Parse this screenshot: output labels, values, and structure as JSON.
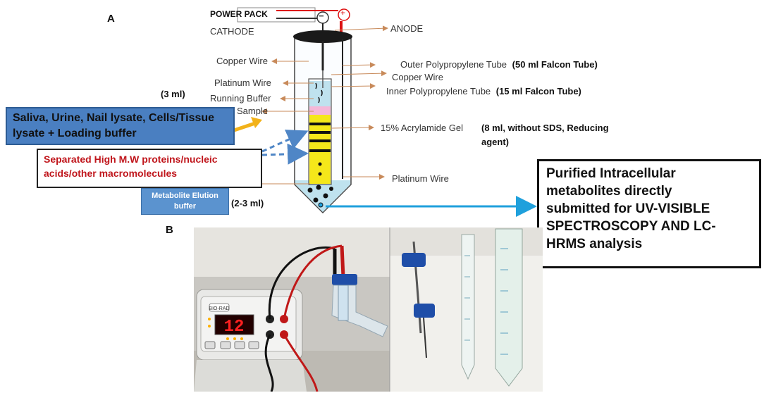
{
  "panel_a": "A",
  "panel_b": "B",
  "power_pack": "POWER PACK",
  "cathode": "CATHODE",
  "anode": "ANODE",
  "minus": "−",
  "plus": "+",
  "labels_left": {
    "copper_wire": "Copper Wire",
    "platinum_wire": "Platinum Wire",
    "running_buffer": "Running Buffer",
    "sample": "Sample",
    "sample_volume": "(3 ml)",
    "elution_volume": "(2-3 ml)"
  },
  "labels_right": {
    "outer_tube": "Outer Polypropylene Tube",
    "outer_tube_note": "(50 ml Falcon Tube)",
    "copper_wire": "Copper Wire",
    "inner_tube": "Inner Polypropylene Tube",
    "inner_tube_note": "(15 ml Falcon Tube)",
    "gel": "15% Acrylamide Gel",
    "gel_note_1": "(8 ml, without SDS, Reducing",
    "gel_note_2": "agent)",
    "platinum_wire": "Platinum Wire"
  },
  "box_sample": {
    "line1": "Saliva, Urine, Nail lysate, Cells/Tissue",
    "line2": "lysate + Loading buffer"
  },
  "box_separated": {
    "line1": "Separated High M.W proteins/nucleic",
    "line2": "acids/other macromolecules"
  },
  "box_elution": {
    "line1": "Metabolite Elution",
    "line2": "buffer"
  },
  "box_result": {
    "line1": "Purified Intracellular",
    "line2": "metabolites directly",
    "line3": "submitted for UV-VISIBLE",
    "line4": "SPECTROSCOPY AND LC-",
    "line5": "HRMS analysis"
  },
  "photo": {
    "device_brand": "BIO-RAD",
    "display_value": "12"
  },
  "colors": {
    "gel_yellow": "#f5e71a",
    "buffer_blue": "#bfe2ee",
    "sample_pink": "#f4b8d8",
    "box_blue": "#4a7fc1",
    "arrow_blue": "#1fa0dc",
    "arrow_orange": "#f2b21a",
    "red_text": "#c0161c"
  }
}
